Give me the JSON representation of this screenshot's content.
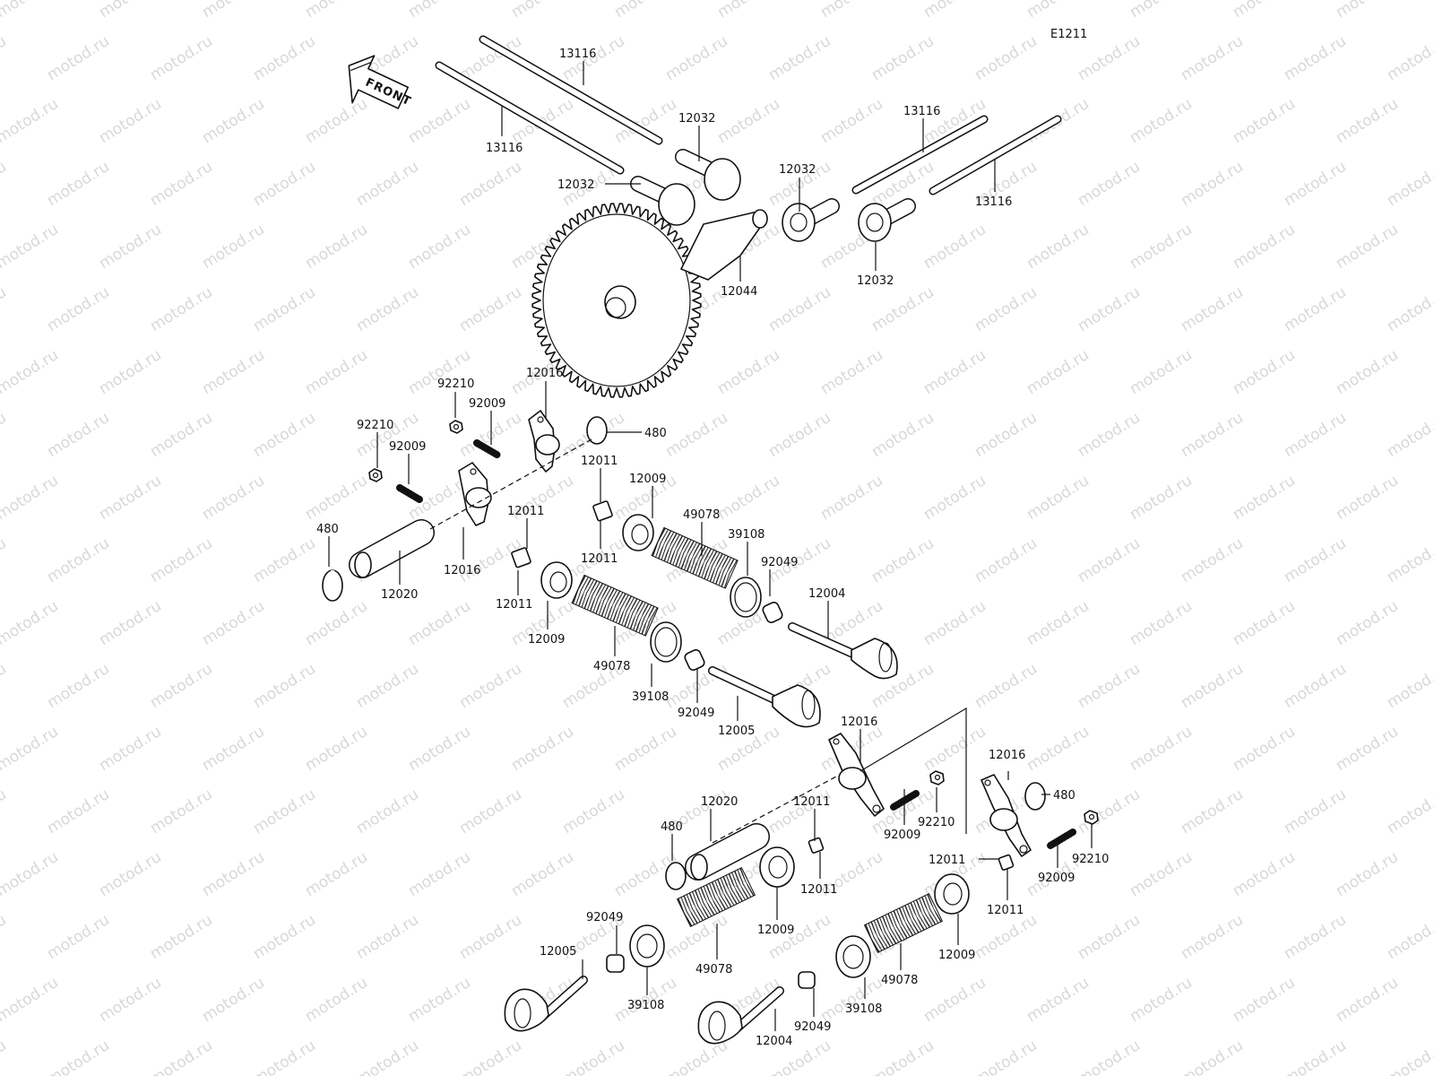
{
  "diagram": {
    "code": "E1211",
    "front_label": "FRONT",
    "watermark": "motod.ru",
    "callouts": {
      "c01": "13116",
      "c02": "13116",
      "c03": "13116",
      "c04": "13116",
      "c05": "12032",
      "c06": "12032",
      "c07": "12032",
      "c08": "12032",
      "c09": "12044",
      "c10": "92210",
      "c11": "92009",
      "c12": "12016",
      "c13": "480",
      "c14": "92210",
      "c15": "92009",
      "c16": "480",
      "c17": "12020",
      "c18": "12016",
      "c19": "12011",
      "c20": "12011",
      "c21": "12011",
      "c22": "12011",
      "c23": "12009",
      "c24": "49078",
      "c25": "39108",
      "c26": "92049",
      "c27": "12004",
      "c28": "12009",
      "c29": "49078",
      "c30": "39108",
      "c31": "92049",
      "c32": "12005",
      "c33": "12016",
      "c34": "12016",
      "c35": "480",
      "c36": "92009",
      "c37": "92210",
      "c38": "12020",
      "c39": "12011",
      "c40": "480",
      "c41": "12011",
      "c42": "92009",
      "c43": "92210",
      "c44": "12011",
      "c45": "12011",
      "c46": "12009",
      "c47": "12009",
      "c48": "92049",
      "c49": "12005",
      "c50": "49078",
      "c51": "39108",
      "c52": "49078",
      "c53": "39108",
      "c54": "92049",
      "c55": "12004"
    }
  }
}
